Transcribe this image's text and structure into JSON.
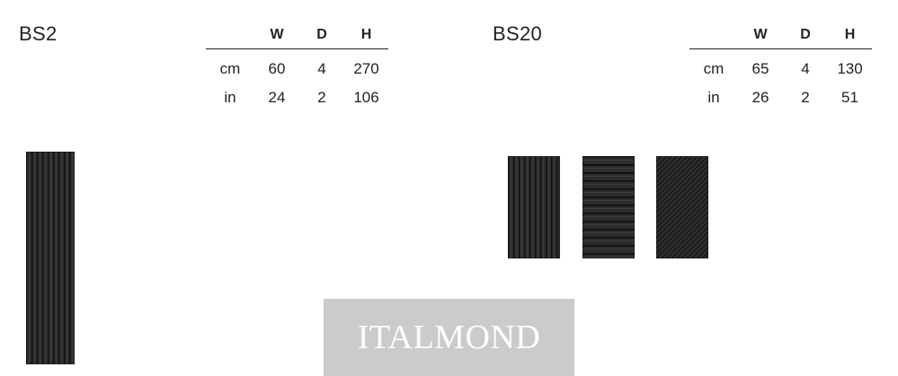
{
  "products": [
    {
      "name": "BS2",
      "headers": [
        "",
        "W",
        "D",
        "H"
      ],
      "rows": [
        [
          "cm",
          "60",
          "4",
          "270"
        ],
        [
          "in",
          "24",
          "2",
          "106"
        ]
      ],
      "swatches": [
        "vertical-grooves"
      ]
    },
    {
      "name": "BS20",
      "headers": [
        "",
        "W",
        "D",
        "H"
      ],
      "rows": [
        [
          "cm",
          "65",
          "4",
          "130"
        ],
        [
          "in",
          "26",
          "2",
          "51"
        ]
      ],
      "swatches": [
        "vertical-grooves",
        "horizontal-grooves",
        "diagonal-grooves"
      ]
    }
  ],
  "watermark": "ITALMOND",
  "colors": {
    "panel": "#2b2b2b",
    "groove": "#111111",
    "watermark_bg": "#cbcbcb"
  }
}
